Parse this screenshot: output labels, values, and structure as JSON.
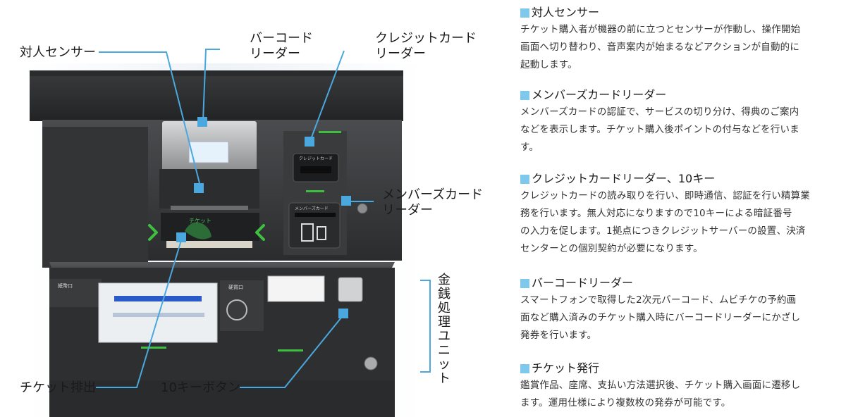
{
  "callouts": {
    "human_sensor": "対人センサー",
    "barcode_reader_line1": "バーコード",
    "barcode_reader_line2": "リーダー",
    "credit_card_reader_line1": "クレジットカード",
    "credit_card_reader_line2": "リーダー",
    "members_card_reader_line1": "メンバーズカード",
    "members_card_reader_line2": "リーダー",
    "ticket_output": "チケット排出",
    "ten_key": "10キーボタン",
    "cash_unit": [
      "金",
      "銭",
      "処",
      "理",
      "ユ",
      "ニ",
      "ッ",
      "ト"
    ]
  },
  "machine_labels": {
    "credit_slot": "クレジットカード",
    "members_slot": "メンバーズカード",
    "ticket_area": "チケット",
    "bill_slot": "紙幣口",
    "coin_slot": "硬貨口"
  },
  "descriptions": [
    {
      "title": "対人センサー",
      "lines": [
        "チケット購入者が機器の前に立つとセンサーが作動し、操作開始",
        "画面へ切り替わり、音声案内が始まるなどアクションが自動的に",
        "起動します。"
      ]
    },
    {
      "title": "メンバーズカードリーダー",
      "lines": [
        "メンバーズカードの認証で、サービスの切り分け、得典のご案内",
        "などを表示します。チケット購入後ポイントの付与などを行いま",
        "す。"
      ]
    },
    {
      "title": "クレジットカードリーダー、10キー",
      "lines": [
        "クレジットカードの読み取りを行い、即時通信、認証を行い精算業",
        "務を行います。無人対応になりますので10キーによる暗証番号",
        "の入力を促します。1拠点につきクレジットサーバーの設置、決済",
        "センターとの個別契約が必要になります。"
      ]
    },
    {
      "title": "バーコードリーダー",
      "lines": [
        "スマートフォンで取得した2次元バーコード、ムビチケの予約画",
        "面など購入済みのチケット購入時にバーコードリーダーにかざし",
        "発券を行います。"
      ]
    },
    {
      "title": "チケット発行",
      "lines": [
        "鑑賞作品、座席、支払い方法選択後、チケット購入画面に遷移し",
        "ます。運用仕様により複数枚の発券が可能です。"
      ]
    }
  ],
  "colors": {
    "callout_line": "#4aa8df",
    "accent_green": "#3fbf3f",
    "marker": "#7ec8ec"
  }
}
